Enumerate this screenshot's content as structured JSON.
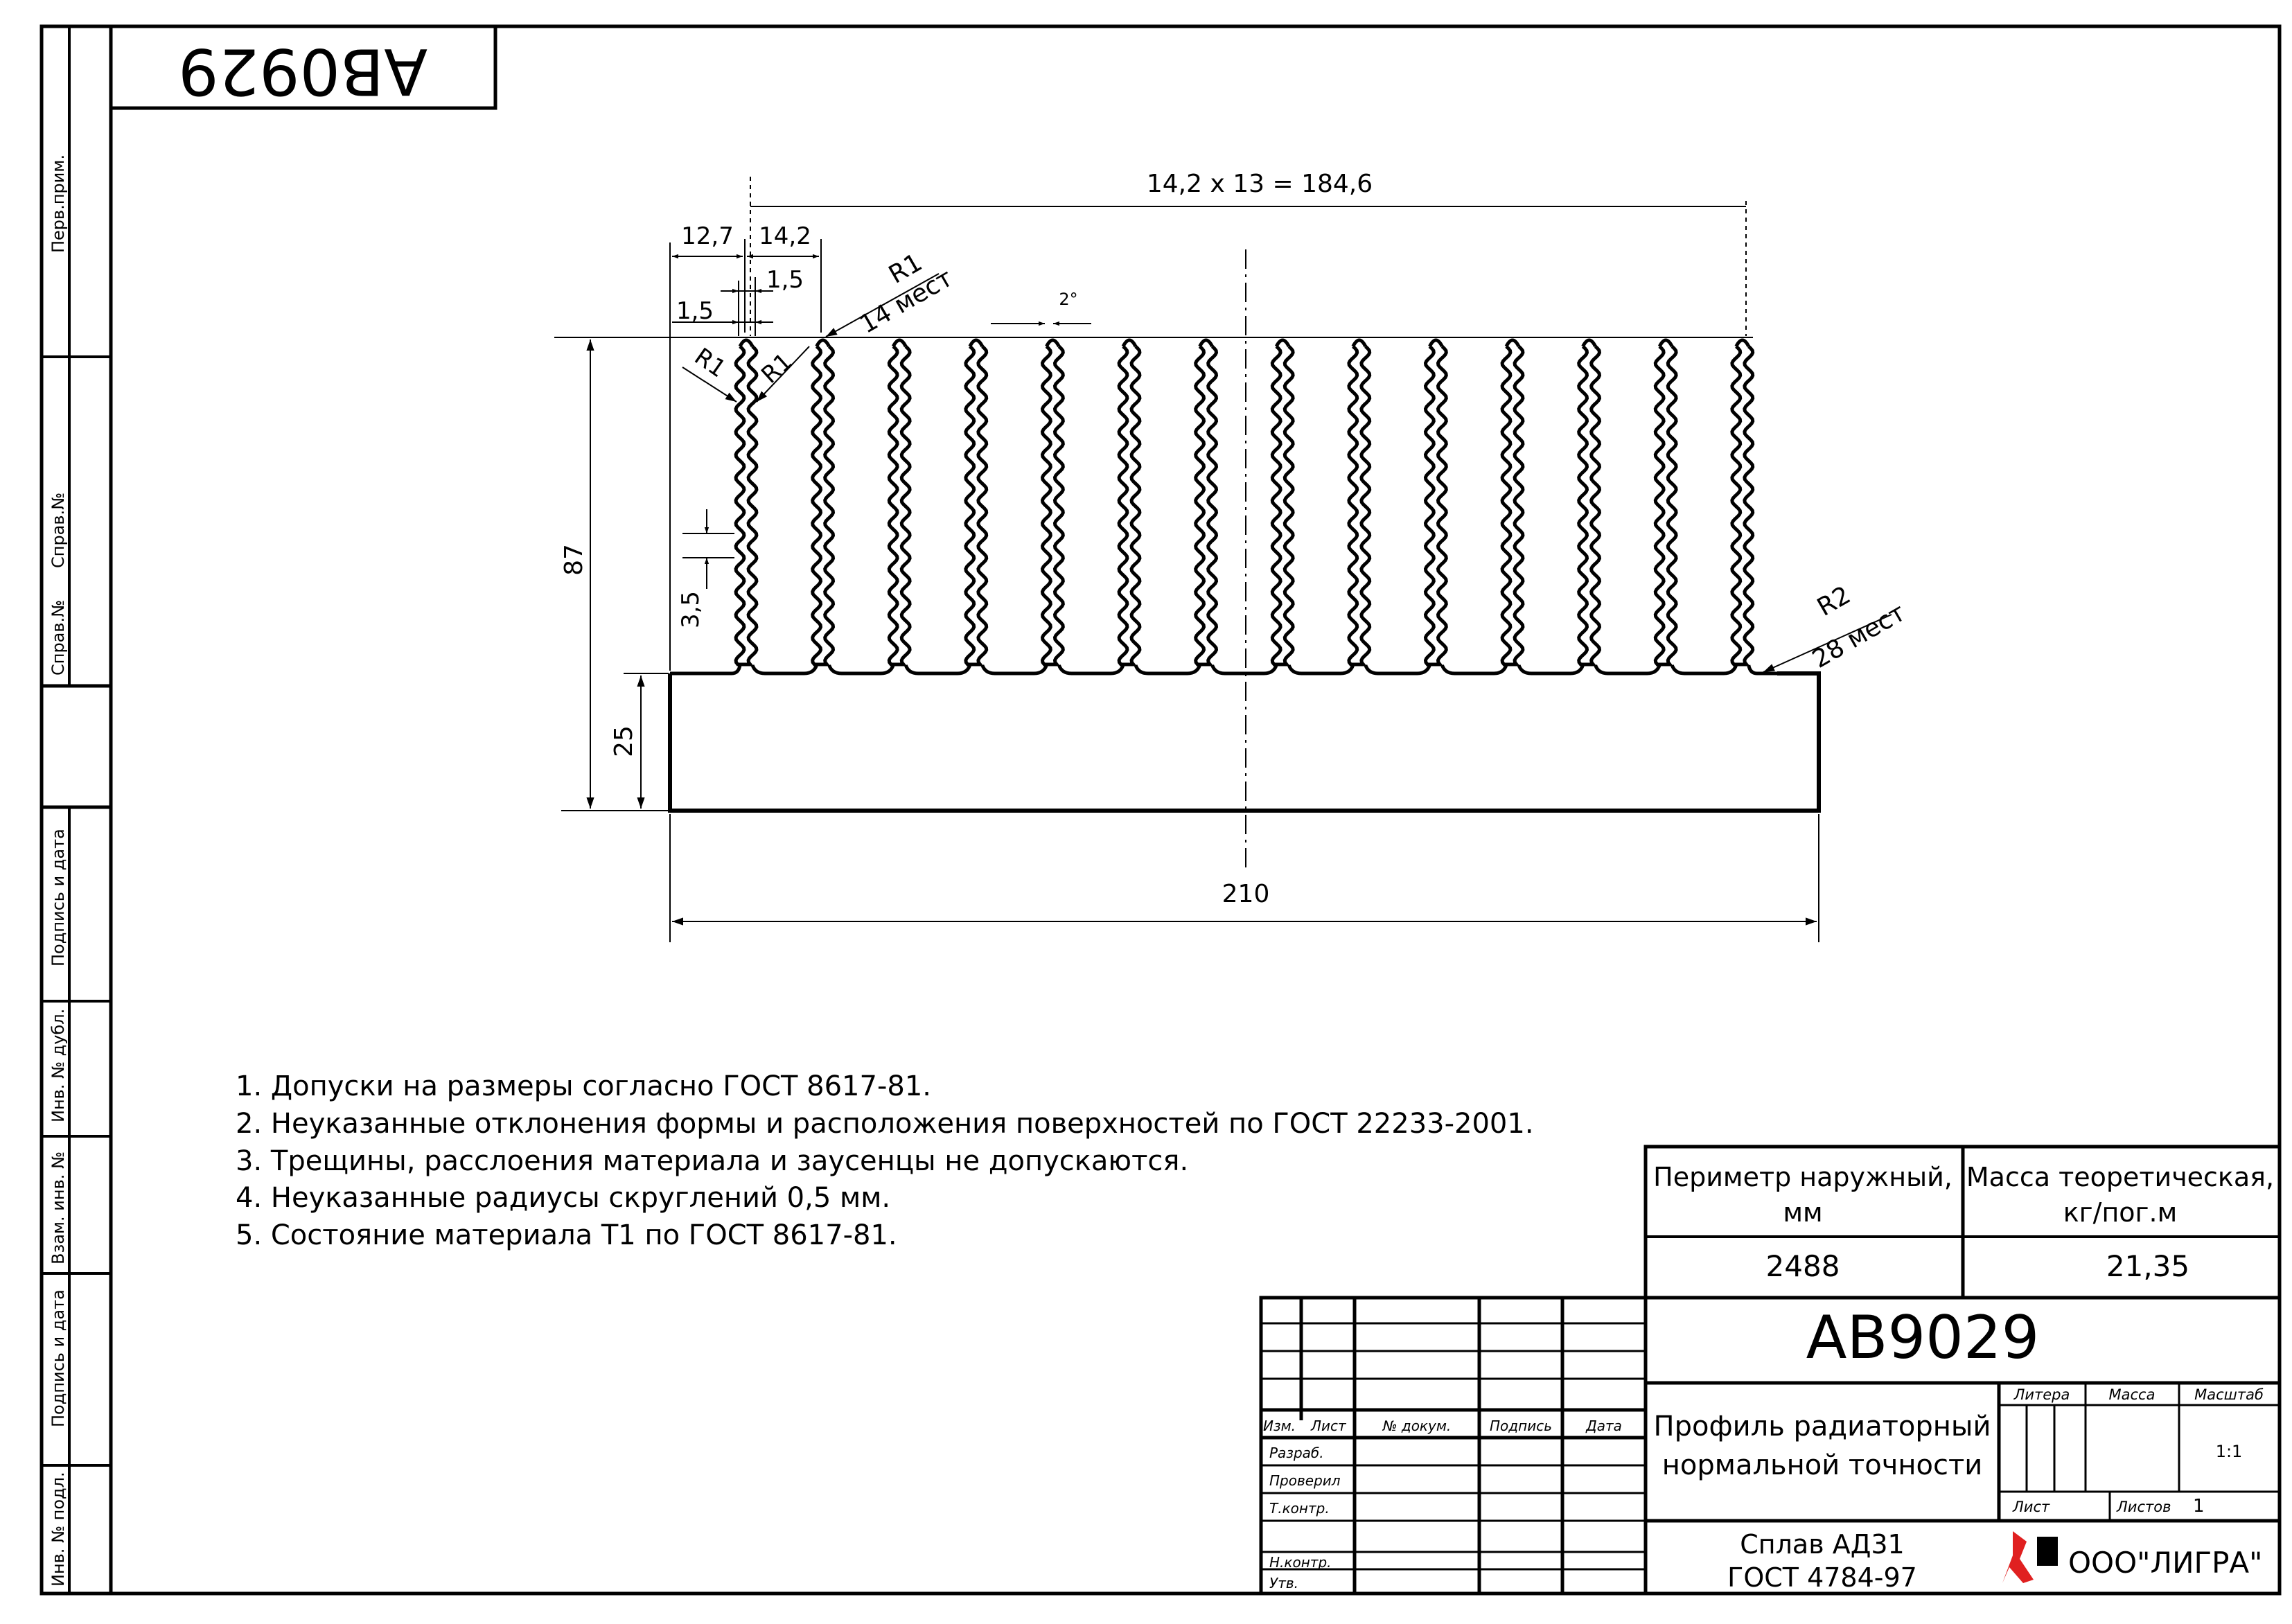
{
  "stamp_top": "AB0929",
  "side_labels": {
    "perv_prim": "Перв.прим.",
    "sprav_no_top": "Справ.№",
    "sprav_no_bottom": "Справ.№",
    "podpis_data_1": "Подпись и дата",
    "inv_dubl": "Инв. № дубл.",
    "vzam_inv": "Взам. инв. №",
    "podpis_data_2": "Подпись и дата",
    "inv_podl": "Инв. № подл."
  },
  "dimensions": {
    "pitch_total": "14,2 x 13 = 184,6",
    "left_offset": "12,7",
    "pitch": "14,2",
    "fin_thickness_a": "1,5",
    "fin_thickness_b": "1,5",
    "radius_top": "R1",
    "radius_top_count": "14 мест",
    "radius_left_a": "R1",
    "radius_left_b": "R1",
    "draft_angle": "2°",
    "height_total": "87",
    "base_height": "25",
    "wave_pitch": "3,5",
    "radius_root": "R2",
    "radius_root_count": "28 мест",
    "width_total": "210"
  },
  "notes": [
    "1. Допуски на размеры согласно ГОСТ 8617-81.",
    "2. Неуказанные отклонения формы и расположения поверхностей по ГОСТ 22233-2001.",
    "3. Трещины, расслоения материала и заусенцы не допускаются.",
    "4. Неуказанные радиусы скруглений 0,5 мм.",
    "5. Состояние материала Т1 по ГОСТ 8617-81."
  ],
  "properties": {
    "perimeter_label_1": "Периметр наружный,",
    "perimeter_label_2": "мм",
    "perimeter_value": "2488",
    "mass_label_1": "Масса теоретическая,",
    "mass_label_2": "кг/пог.м",
    "mass_value": "21,35"
  },
  "title_block": {
    "designation": "AB9029",
    "name_line_1": "Профиль радиаторный",
    "name_line_2": "нормальной точности",
    "col_izm": "Изм.",
    "col_list": "Лист",
    "col_doc": "№ докум.",
    "col_sign": "Подпись",
    "col_date": "Дата",
    "row_razrab": "Разраб.",
    "row_proveril": "Проверил",
    "row_tkontr": "Т.контр.",
    "row_nkontr": "Н.контр.",
    "row_utv": "Утв.",
    "litera_label": "Литера",
    "massa_label": "Масса",
    "masshtab_label": "Масштаб",
    "scale_value": "1:1",
    "sheet_label": "Лист",
    "sheets_label": "Листов",
    "sheets_value": "1",
    "material_line_1": "Сплав АД31",
    "material_line_2": "ГОСТ 4784-97",
    "company": "ООО\"ЛИГРА\"",
    "logo_color": "#e02020"
  }
}
